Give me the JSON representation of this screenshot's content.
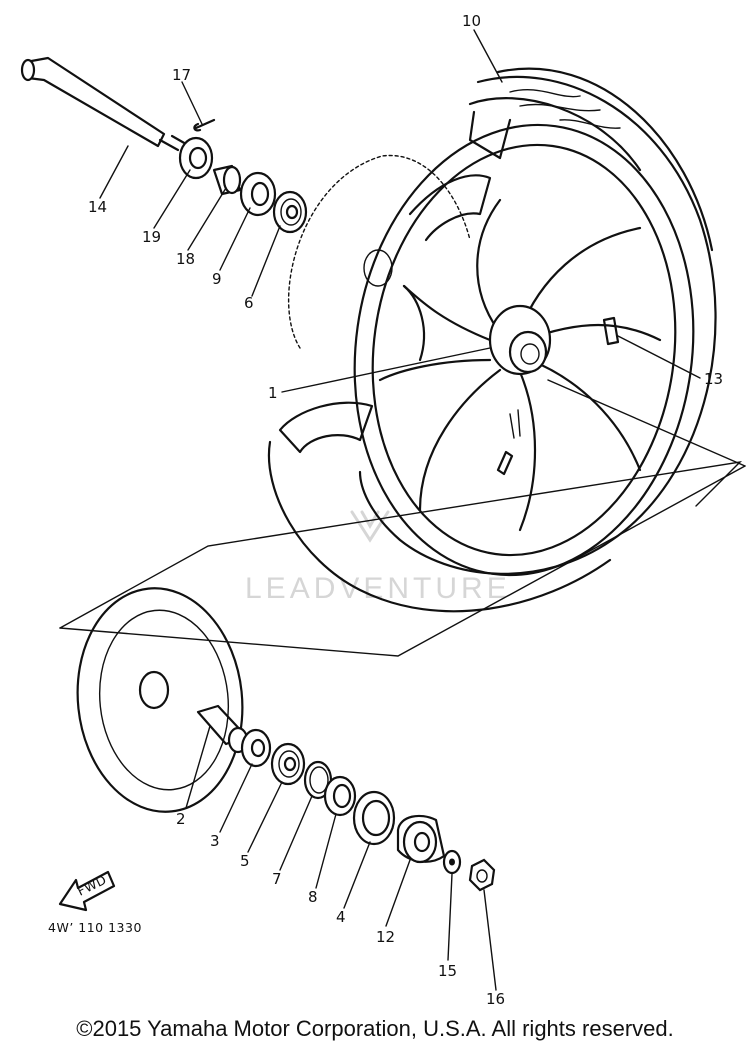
{
  "diagram": {
    "callouts": [
      "10",
      "17",
      "14",
      "19",
      "18",
      "9",
      "6",
      "1",
      "13",
      "2",
      "3",
      "5",
      "7",
      "8",
      "4",
      "12",
      "15",
      "16"
    ],
    "fwd_label": "FWD",
    "part_code": "4W’ 110 1330",
    "watermark": "LEADVENTURE",
    "copyright": "©2015 Yamaha Motor Corporation, U.S.A. All rights reserved."
  }
}
